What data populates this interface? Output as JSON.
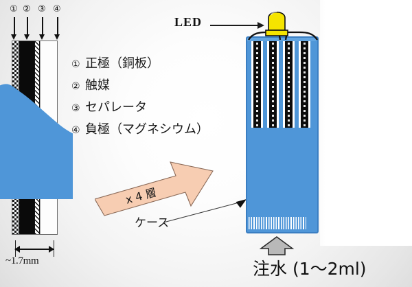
{
  "diagram": {
    "title_hidden": "",
    "cross_section": {
      "markers": [
        "①",
        "②",
        "③",
        "④"
      ],
      "dimension_label": "~1.7mm",
      "layers": [
        {
          "id": "①",
          "name": "正極（銅板）",
          "pattern": "checker",
          "color": "#1b1b1b"
        },
        {
          "id": "②",
          "name": "触媒",
          "pattern": "solid",
          "color": "#0a0a0a"
        },
        {
          "id": "③",
          "name": "セパレータ",
          "pattern": "diagonal-hatch",
          "color": "#111111"
        },
        {
          "id": "④",
          "name": "負極（マグネシウム）",
          "pattern": "blank",
          "color": "#fdfdfd"
        }
      ]
    },
    "legend": {
      "items": [
        {
          "mark": "①",
          "label": "正極（銅板）"
        },
        {
          "mark": "②",
          "label": "触媒"
        },
        {
          "mark": "③",
          "label": "セパレータ"
        },
        {
          "mark": "④",
          "label": "負極（マグネシウム）"
        }
      ]
    },
    "multiplier_arrow": {
      "label": "x 4 層",
      "color": "#f6caaf"
    },
    "case_callout": {
      "label": "ケース"
    },
    "led_callout": {
      "label": "LED"
    },
    "battery": {
      "case_color": "#4f96d8",
      "led_color": "#f5e400",
      "plate_count": 4
    },
    "water_callout": {
      "label": "注水 (1～2ml)"
    }
  }
}
